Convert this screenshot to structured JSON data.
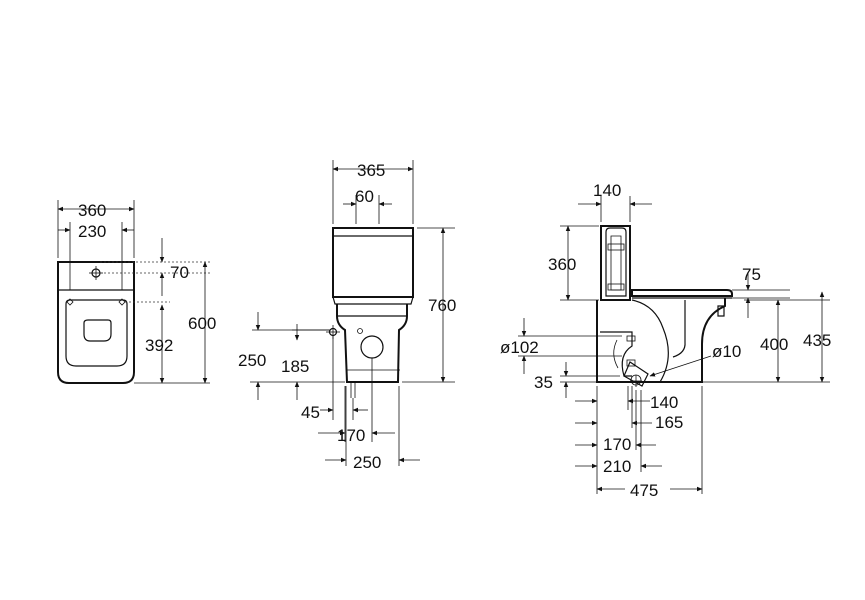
{
  "top_view": {
    "width_360": "360",
    "width_230": "230",
    "dim_70": "70",
    "dim_392": "392",
    "dim_600": "600"
  },
  "front_view": {
    "width_365": "365",
    "width_60": "60",
    "height_760": "760",
    "dim_250": "250",
    "dim_185": "185",
    "dim_45": "45",
    "dim_170": "170",
    "base_250": "250"
  },
  "side_view": {
    "dim_140_top": "140",
    "dim_360": "360",
    "dim_75": "75",
    "dia_102": "ø102",
    "dia_10": "ø10",
    "dim_400": "400",
    "dim_435": "435",
    "dim_35": "35",
    "dim_140": "140",
    "dim_165": "165",
    "dim_170": "170",
    "dim_210": "210",
    "dim_475": "475"
  }
}
